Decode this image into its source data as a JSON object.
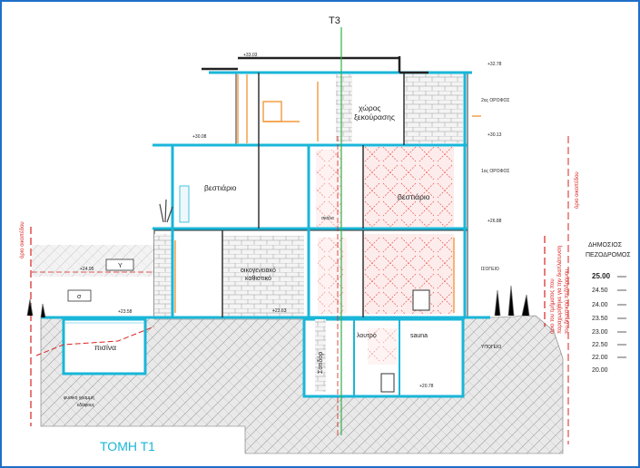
{
  "section_marker": "T3",
  "title": "ΤΟΜΗ Τ1",
  "colors": {
    "wall_cyan": "#19b6d8",
    "accent_red": "#d9231f",
    "section_green": "#2fb54a",
    "orange": "#f2993a",
    "ground_hatch": "#8c8c8c"
  },
  "rooms": {
    "relax": "χώρος ξεκούρασης",
    "closet1": "βεστιάριο",
    "closet2": "βεστιάριο",
    "family": "οικογενειακό καθιστικό",
    "pool": "πισίνα",
    "laundry": "λουτρό",
    "sauna": "sauna",
    "sotirdor": "Σοτιδόρ",
    "stair_note": "σκάλα",
    "hatch_label": "Y",
    "sigma_label": "σ"
  },
  "floors": {
    "second": "2ος ΟΡΟΦΟΣ",
    "first": "1ος ΟΡΟΦΟΣ",
    "ground": "ΙΣΟΓΕΙΟ",
    "basement": "ΥΠΟΓΕΙΟ"
  },
  "elevations": {
    "top": "+33.03",
    "roof_right": "+32.78",
    "second_floor": "+30.13",
    "first_left": "+30.08",
    "first_floor": "+26.88",
    "ground_left": "+23.58",
    "ground_right": "+23.63",
    "basement": "+20.78",
    "left_ground": "+24.95"
  },
  "left_labels": {
    "plot_boundary": "όριο οικοπέδου",
    "natural_ground": "φυσική γραμμή εδάφους"
  },
  "right_labels": {
    "plot_boundary": "όριο οικοπέδου",
    "property_note": "όριο του τμήματος που παραχωρήθηκε για την διαπλάτυνση του δημοτικού πεζόδρομου",
    "public": "ΔΗΜΟΣΙΟΣ",
    "walkway": "ΠΕΖΟΔΡΟΜΟΣ"
  },
  "scale": {
    "bold_level": "25.00",
    "levels": [
      "24.50",
      "24.00",
      "23.50",
      "23.00",
      "22.50",
      "22.00",
      "20.00"
    ]
  }
}
